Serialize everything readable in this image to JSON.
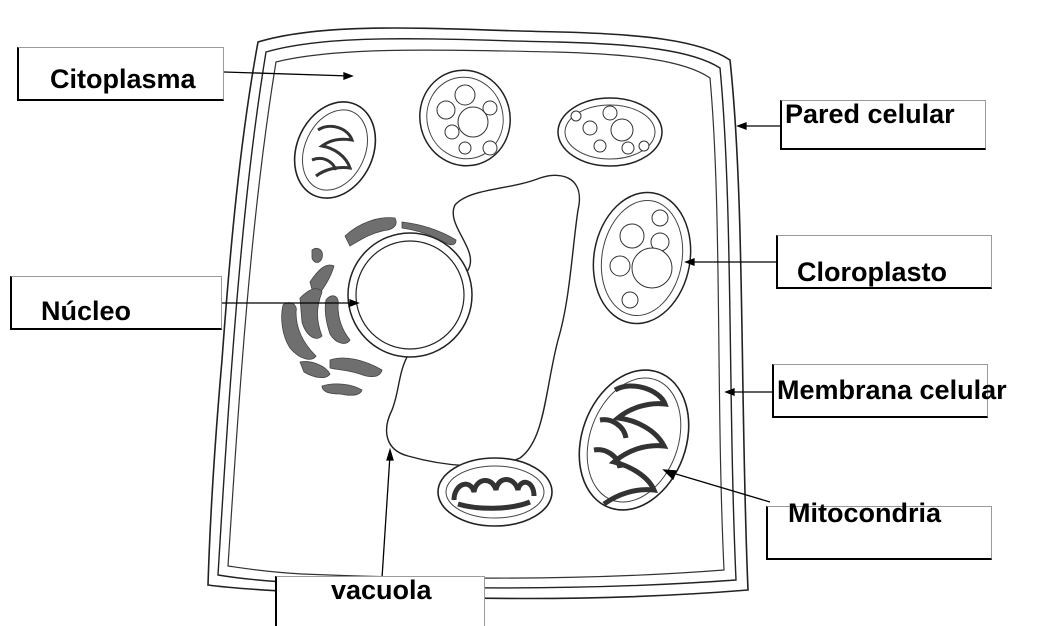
{
  "labels": {
    "citoplasma": "Citoplasma",
    "pared_celular": "Pared celular",
    "cloroplasto": "Cloroplasto",
    "nucleo": "Núcleo",
    "membrana_celular": "Membrana celular",
    "mitocondria": "Mitocondria",
    "vacuola": "vacuola"
  }
}
